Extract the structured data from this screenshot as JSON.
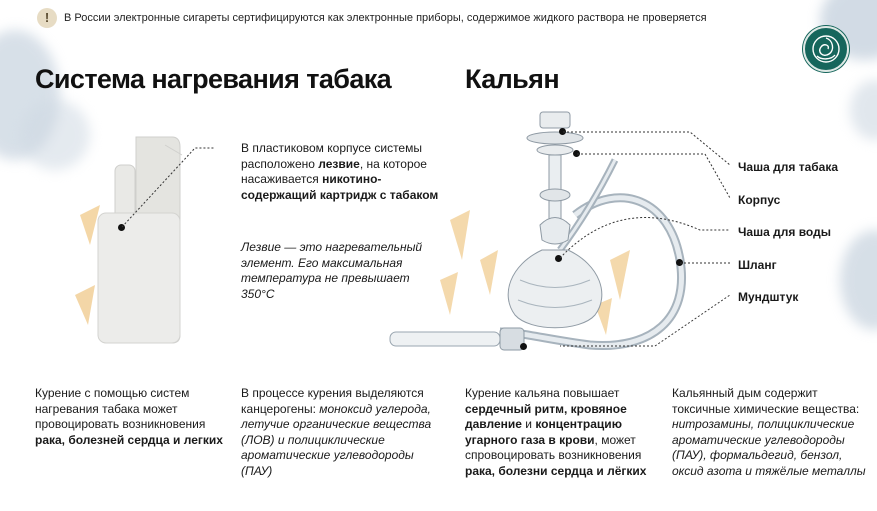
{
  "notice": {
    "icon": "exclamation-icon",
    "text": "В России электронные сигареты сертифицируются как электронные приборы, содержимое жидкого раствора не проверяется"
  },
  "brand": {
    "icon": "spiral-logo-icon",
    "color": "#16665c"
  },
  "heating_system": {
    "title": "Система нагревания табака",
    "description": {
      "p1": "В пластиковом корпусе системы расположено ",
      "b1": "лезвие",
      "p2": ", на которое насаживается ",
      "b2": "никотино-содержащий картридж с табаком"
    },
    "note": "Лезвие — это нагревательный элемент. Его максимальная температура не превышает 350°С",
    "bottom_left": {
      "p1": "Курение с помощью систем нагревания табака может провоцировать возникновения ",
      "b1": "рака, болезней сердца и легких"
    },
    "bottom_right": {
      "p1": "В процессе курения выделяются канцерогены: ",
      "i1": "моноксид углерода, летучие органические вещества (ЛОВ) и полициклические ароматические углеводороды (ПАУ)"
    }
  },
  "hookah": {
    "title": "Кальян",
    "labels": [
      "Чаша для табака",
      "Корпус",
      "Чаша для воды",
      "Шланг",
      "Мундштук"
    ],
    "bottom_left": {
      "p1": "Курение кальяна повышает ",
      "b1": "сердечный ритм, кровяное давление",
      "p2": " и ",
      "b2": "концентрацию угарного газа в крови",
      "p3": ", может спровоцировать возникновения ",
      "b3": "рака, болезни сердца и лёгких"
    },
    "bottom_right": {
      "p1": "Кальянный дым содержит токсичные химические вещества: ",
      "i1": "нитрозамины, полициклические ароматические углеводороды (ПАУ), формальдегид, бензол, оксид азота и тяжёлые металлы"
    }
  }
}
